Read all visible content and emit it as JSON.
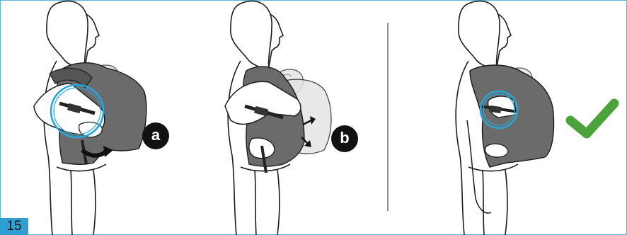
{
  "page_number": "15",
  "step_labels": {
    "a": "a",
    "b": "b"
  },
  "colors": {
    "frame_border": "#5fb4d6",
    "page_number_bg": "#2f9fd2",
    "highlight_circle": "#2aa7d8",
    "carrier_grey": "#6b6b6b",
    "check_green": "#4ca23b"
  },
  "icons": [
    "check-icon",
    "curved-arrow-icon",
    "outward-arrow-icon"
  ]
}
